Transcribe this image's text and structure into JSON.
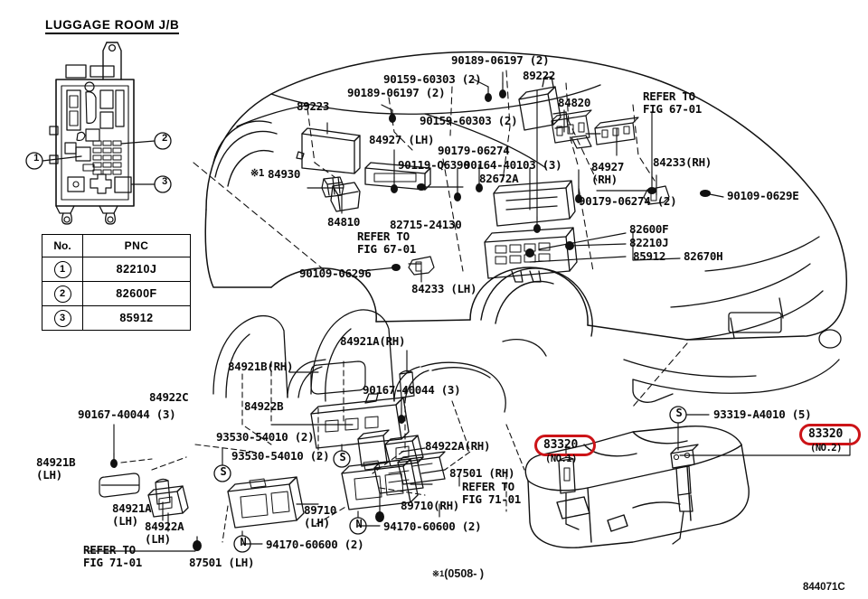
{
  "sheet": {
    "drawing_number": "844071C",
    "footnote_marker": "※1",
    "footnote_text": "(0508-    )"
  },
  "luggage_jb": {
    "title": "LUGGAGE ROOM J/B",
    "callouts": [
      "1",
      "2",
      "3"
    ]
  },
  "pnc_table": {
    "headers": [
      "No.",
      "PNC"
    ],
    "rows": [
      {
        "no": "1",
        "pnc": "82210J"
      },
      {
        "no": "2",
        "pnc": "82600F"
      },
      {
        "no": "3",
        "pnc": "85912"
      }
    ]
  },
  "highlights": [
    {
      "code": "83320",
      "suffix": "(NO.1)",
      "color": "#cc1418"
    },
    {
      "code": "83320",
      "suffix": "(NO.2)",
      "color": "#cc1418"
    }
  ],
  "labels": {
    "l_90189_06197_a": "90189-06197 (2)",
    "l_90189_06197_b": "90189-06197 (2)",
    "l_90159_60303_a": "90159-60303 (2)",
    "l_90159_60303_b": "90159-60303 (2)",
    "l_89222": "89222",
    "l_89223": "89223",
    "l_84820": "84820",
    "l_refer_6701_r": "REFER TO\nFIG 67-01",
    "l_84927_lh": "84927 (LH)",
    "l_84927_rh": "84927\n(RH)",
    "l_84233_rh": "84233(RH)",
    "l_84233_lh": "84233 (LH)",
    "l_90179_06274_a": "90179-06274",
    "l_90179_06274_b": "90179-06274 (2)",
    "l_90119_06390": "90119-Q6390",
    "l_90164_40103": "90164-40103 (3)",
    "l_82672a": "82672A",
    "l_84930": "84930",
    "l_84930_star": "※1",
    "l_84810": "84810",
    "l_refer_6701_l": "REFER TO\nFIG 67-01",
    "l_82715_24130": "82715-24130",
    "l_90109_06296": "90109-06296",
    "l_90109_06295": "90109-0629E",
    "l_82600f": "82600F",
    "l_82210j": "82210J",
    "l_85912": "85912",
    "l_82670h": "82670H",
    "l_84921b_rh": "84921B(RH)",
    "l_84921a_rh": "84921A(RH)",
    "l_84922c": "84922C",
    "l_84922b": "84922B",
    "l_90167_40044_a": "90167-40044 (3)",
    "l_90167_40044_b": "90167-40044 (3)",
    "l_93530_54010_a": "93530-54010 (2)",
    "l_93530_54010_b": "93530-54010 (2)",
    "l_84921b_lh": "84921B\n(LH)",
    "l_84921a_lh": "84921A\n(LH)",
    "l_84922a_lh": "84922A\n(LH)",
    "l_84922a_rh": "84922A(RH)",
    "l_87501_lh": "87501 (LH)",
    "l_87501_rh": "87501 (RH)",
    "l_refer_7101_l": "REFER TO\nFIG 71-01",
    "l_refer_7101_r": "REFER TO\nFIG 71-01",
    "l_89710_lh": "89710\n(LH)",
    "l_89710_rh": "89710(RH)",
    "l_94170_60600_a": "94170-60600 (2)",
    "l_94170_60600_b": "94170-60600 (2)",
    "l_93319_a4010": "93319-A4010 (5)"
  },
  "markers": {
    "s_symbol": "S",
    "n_symbol": "N"
  }
}
